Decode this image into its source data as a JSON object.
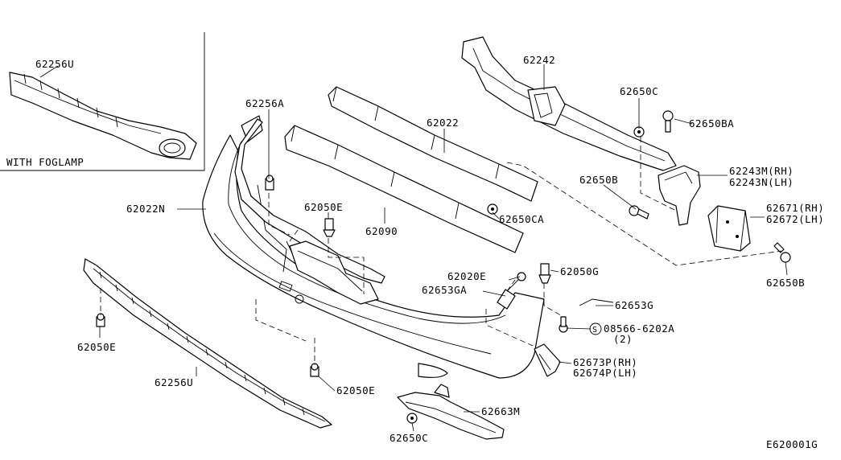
{
  "diagram_code": "E620001G",
  "inset": {
    "caption": "WITH FOGLAMP",
    "part_label": "62256U"
  },
  "labels": {
    "p62256A": "62256A",
    "p62022": "62022",
    "p62242": "62242",
    "p62650C_top": "62650C",
    "p62650BA": "62650BA",
    "p62243M": "62243M(RH)",
    "p62243N": "62243N(LH)",
    "p62650B_left": "62650B",
    "p62671": "62671(RH)",
    "p62672": "62672(LH)",
    "p62650B_right": "62650B",
    "p62022N": "62022N",
    "p62050E_top": "62050E",
    "p62090": "62090",
    "p62650CA": "62650CA",
    "p62020E": "62020E",
    "p62653GA": "62653GA",
    "p62050G": "62050G",
    "p62653G": "62653G",
    "p08566": "08566-6202A",
    "p08566_qty": "(2)",
    "p62050E_left": "62050E",
    "p62673P": "62673P(RH)",
    "p62674P": "62674P(LH)",
    "p62256U": "62256U",
    "p62050E_bottom": "62050E",
    "p62663M": "62663M",
    "p62650C_bottom": "62650C"
  }
}
